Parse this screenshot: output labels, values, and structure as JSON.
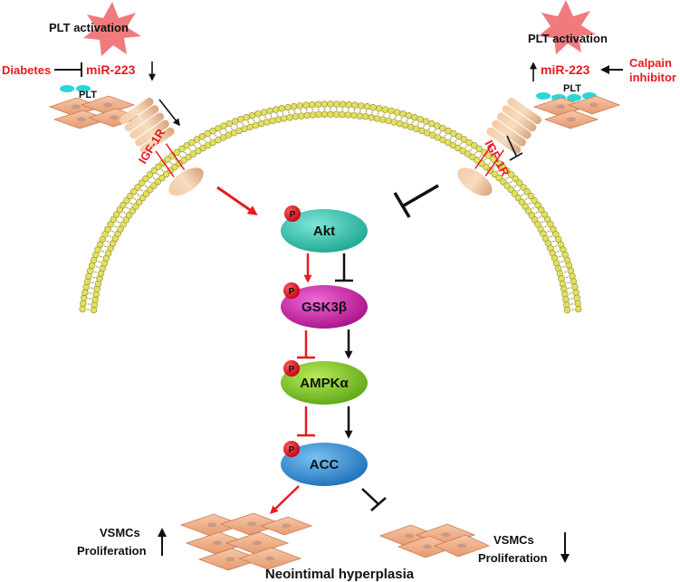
{
  "diagram": {
    "left_panel": {
      "activation_label": "PLT activation",
      "diabetes_label": "Diabetes",
      "mir_label": "miR-223",
      "plt_label": "PLT",
      "receptor_label": "IGF-1R"
    },
    "right_panel": {
      "activation_label": "PLT activation",
      "mir_label": "miR-223",
      "calpain_label_line1": "Calpain",
      "calpain_label_line2": "inhibitor",
      "plt_label": "PLT",
      "receptor_label": "IGF-1R"
    },
    "nodes": [
      {
        "id": "akt",
        "label": "Akt",
        "phospho": "P"
      },
      {
        "id": "gsk3b",
        "label": "GSK3β",
        "phospho": "P"
      },
      {
        "id": "ampka",
        "label": "AMPKα",
        "phospho": "P"
      },
      {
        "id": "acc",
        "label": "ACC",
        "phospho": "P"
      }
    ],
    "outcomes": {
      "left_line1": "VSMCs",
      "left_line2": "Proliferation",
      "right_line1": "VSMCs",
      "right_line2": "Proliferation",
      "footer": "Neointimal hyperplasia"
    },
    "colors": {
      "red": "#e8191f",
      "akt": "#35c8b4",
      "gsk3b": "#d21ba8",
      "ampka": "#7cc421",
      "acc": "#2f8fd8",
      "membrane": "#e2e060",
      "cell": "#f3b58f",
      "plt": "#2bd6d8"
    }
  }
}
